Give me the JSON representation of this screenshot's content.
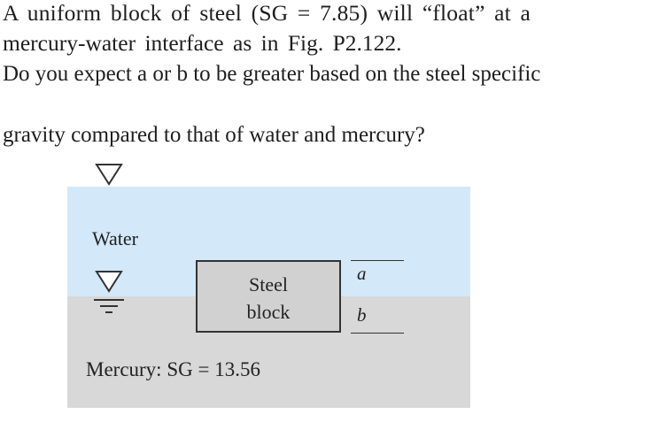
{
  "question": {
    "line1": "A uniform block of steel (SG = 7.85) will “float” at a",
    "line2": "mercury-water interface as in Fig. P2.122.",
    "line3": "Do you expect a or b to be greater based on the steel specific",
    "line4": "gravity compared to that of water and mercury?"
  },
  "figure": {
    "id": "Fig. P2.122",
    "water_label": "Water",
    "mercury_label": "Mercury: SG = 13.56",
    "block_label_line1": "Steel",
    "block_label_line2": "block",
    "dimension_a": "a",
    "dimension_b": "b",
    "icons": {
      "free_surface_top": "free-surface-symbol",
      "interface_surface": "free-surface-symbol"
    },
    "colors": {
      "water": "#d3e8f8",
      "mercury": "#d8d8d8",
      "block": "#d1d1d1",
      "outline": "#333333"
    }
  },
  "values": {
    "steel_sg": "7.85",
    "mercury_sg": "13.56"
  }
}
